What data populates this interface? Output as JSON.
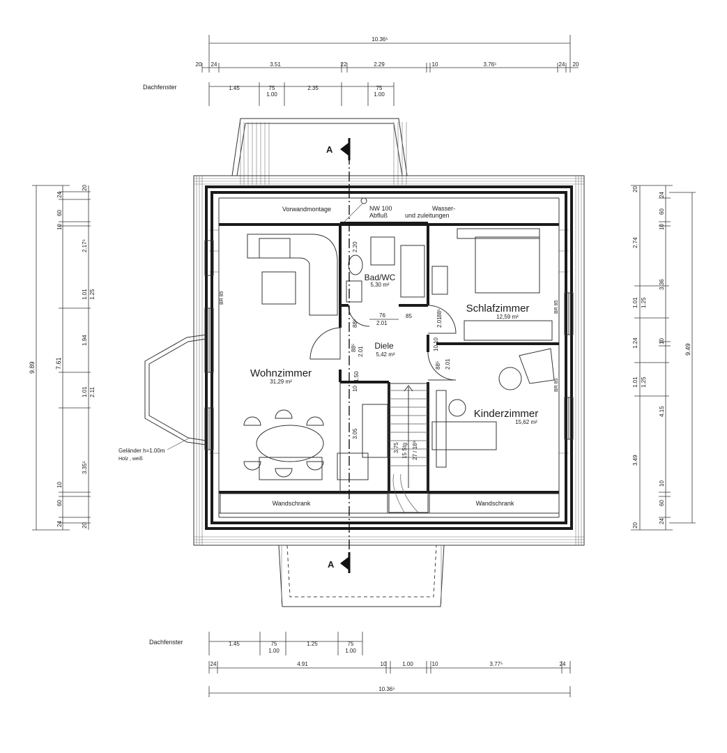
{
  "plan": {
    "section_mark": "A",
    "rooms": {
      "wohnzimmer": {
        "name": "Wohnzimmer",
        "area": "31,29 m²"
      },
      "bad": {
        "name": "Bad/WC",
        "area": "5,30 m²"
      },
      "schlafzimmer": {
        "name": "Schlafzimmer",
        "area": "12,59 m²"
      },
      "diele": {
        "name": "Diele",
        "area": "5,42 m²"
      },
      "kinderzimmer": {
        "name": "Kinderzimmer",
        "area": "15,62 m²"
      }
    },
    "labels": {
      "vorwandmontage": "Vorwandmontage",
      "nw100": "NW 100",
      "abfluss": "Abfluß",
      "wasser": "Wasser-",
      "zuleitungen": "und zuleitungen",
      "wandschrank_left": "Wandschrank",
      "wandschrank_right": "Wandschrank",
      "gelaender_1": "Geländer h=1.00m",
      "gelaender_2": "Holz , weiß",
      "dachfenster_top": "Dachfenster",
      "dachfenster_bottom": "Dachfenster",
      "br_left": "BR 85",
      "br_right_top": "BR 85",
      "br_right_bottom": "BR 85",
      "stair_1": "3.75",
      "stair_2": "15 Stg",
      "stair_3": "27 / 18⁸",
      "stair_side": "3.05"
    },
    "interior_dims": {
      "bad_220": "2.20",
      "d76": "76",
      "d201a": "2.01",
      "d85": "85",
      "d885a": "88⁵",
      "d201b": "2.01",
      "d885b": "88⁵",
      "d201c": "2.01",
      "d10a": "10",
      "d10b": "10",
      "d885c": "88⁵",
      "d201d": "2.01",
      "d150": "1.50",
      "d10c": "10",
      "d885d": "88⁵"
    },
    "dims_top": {
      "total": "10.36⁵",
      "chain": [
        "20",
        "24",
        "3.51",
        "22",
        "2.29",
        "10",
        "3.76⁵",
        "24",
        "20"
      ],
      "dach": [
        "1.45",
        "75",
        "1.00",
        "2.35",
        "75",
        "1.00"
      ]
    },
    "dims_bottom": {
      "dach": [
        "1.45",
        "75",
        "1.00",
        "1.25",
        "75",
        "1.00"
      ],
      "chain": [
        "24",
        "4.91",
        "10",
        "1.00",
        "10",
        "3.77⁵",
        "24"
      ],
      "total": "10.36⁵"
    },
    "dims_left": {
      "total": "9.89",
      "mid": "7.61",
      "chain": [
        "20",
        "24",
        "60",
        "10",
        "2.17⁵",
        "1.01",
        "1.25",
        "1.94",
        "1.01",
        "2.11",
        "3.35⁵",
        "10",
        "60",
        "24",
        "20"
      ]
    },
    "dims_right": {
      "total": "9.49",
      "chain_a": [
        "20",
        "2.74",
        "1.01",
        "1.25",
        "1.24",
        "1.01",
        "1.25",
        "3.49",
        "20"
      ],
      "chain_b": [
        "24",
        "60",
        "10",
        "3.36",
        "10",
        "4.15",
        "10",
        "60",
        "24"
      ]
    }
  }
}
